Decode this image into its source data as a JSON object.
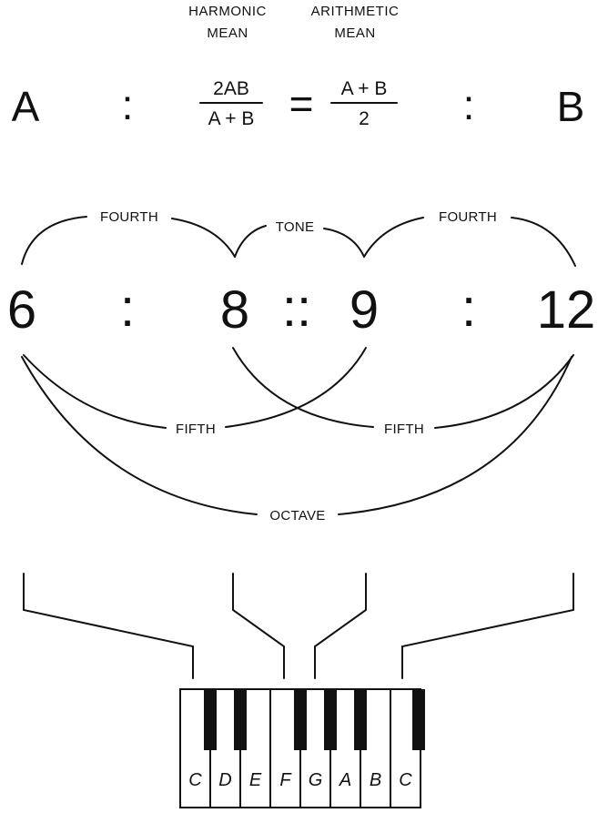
{
  "formula": {
    "harmonic_label_line1": "HARMONIC",
    "harmonic_label_line2": "MEAN",
    "arithmetic_label_line1": "ARITHMETIC",
    "arithmetic_label_line2": "MEAN",
    "term_a": "A",
    "colon_left": ":",
    "harmonic_numerator": "2AB",
    "harmonic_denominator": "A + B",
    "equals": "=",
    "arithmetic_numerator": "A + B",
    "arithmetic_denominator": "2",
    "colon_right": ":",
    "term_b": "B"
  },
  "ratio": {
    "n1": "6",
    "colon1": ":",
    "n2": "8",
    "double_colon": "::",
    "n3": "9",
    "colon2": ":",
    "n4": "12"
  },
  "intervals": {
    "fourth_left": "FOURTH",
    "tone": "TONE",
    "fourth_right": "FOURTH",
    "fifth_left": "FIFTH",
    "fifth_right": "FIFTH",
    "octave": "OCTAVE"
  },
  "keyboard": {
    "keys": [
      "C",
      "D",
      "E",
      "F",
      "G",
      "A",
      "B",
      "C"
    ]
  }
}
